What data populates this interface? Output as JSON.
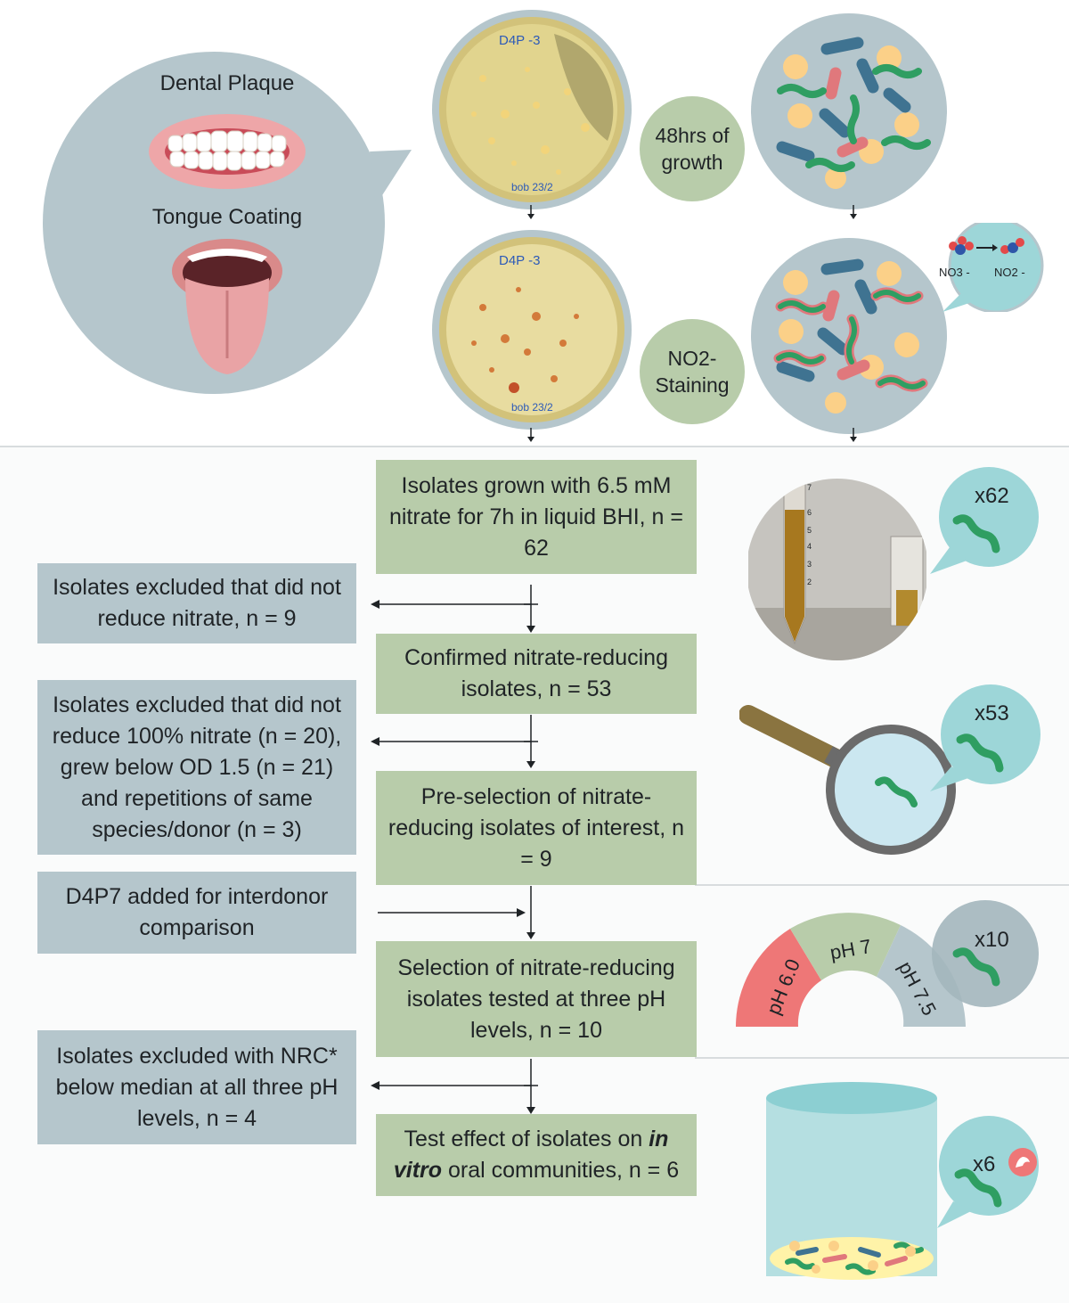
{
  "top": {
    "source_1": "Dental Plaque",
    "source_2": "Tongue Coating",
    "plate_label_top": "D4P -3",
    "plate_label_bottom": "bob 23/2",
    "step_growth": "48hrs of growth",
    "step_staining_line1": "NO2-",
    "step_staining_line2": "Staining",
    "reaction_left": "NO3 -",
    "reaction_right": "NO2 -"
  },
  "flow": {
    "step1": "Isolates grown with 6.5 mM nitrate for 7h in liquid BHI, n = 62",
    "excl1": "Isolates excluded that did not reduce nitrate, n = 9",
    "step2": "Confirmed nitrate-reducing isolates, n = 53",
    "excl2": "Isolates excluded that did not reduce 100% nitrate (n = 20), grew below OD 1.5 (n = 21) and repetitions of same species/donor (n = 3)",
    "step3": "Pre-selection of nitrate-reducing isolates of interest, n = 9",
    "add1": "D4P7 added for interdonor comparison",
    "step4": "Selection of nitrate-reducing isolates tested at three pH levels, n = 10",
    "excl3": "Isolates excluded with NRC* below median at all three pH levels, n = 4",
    "step5_a": "Test effect of isolates on ",
    "step5_b": "in vitro",
    "step5_c": " oral communities, n = 6"
  },
  "badges": {
    "b1": "x62",
    "b2": "x53",
    "b3": "x10",
    "b4": "x6"
  },
  "ph": {
    "low": "pH 6.0",
    "mid": "pH 7",
    "high": "pH 7.5"
  },
  "tube_ticks": [
    "7",
    "6",
    "5",
    "4",
    "3",
    "2"
  ],
  "colors": {
    "green_box": "#b8ccaa",
    "grey_box": "#b5c6cc",
    "teal_bubble": "#9dd6d8",
    "bacteria_green": "#2f9e62",
    "rod_blue": "#3f7391",
    "rod_red": "#e0787c",
    "cocci_yellow": "#fbd088"
  }
}
